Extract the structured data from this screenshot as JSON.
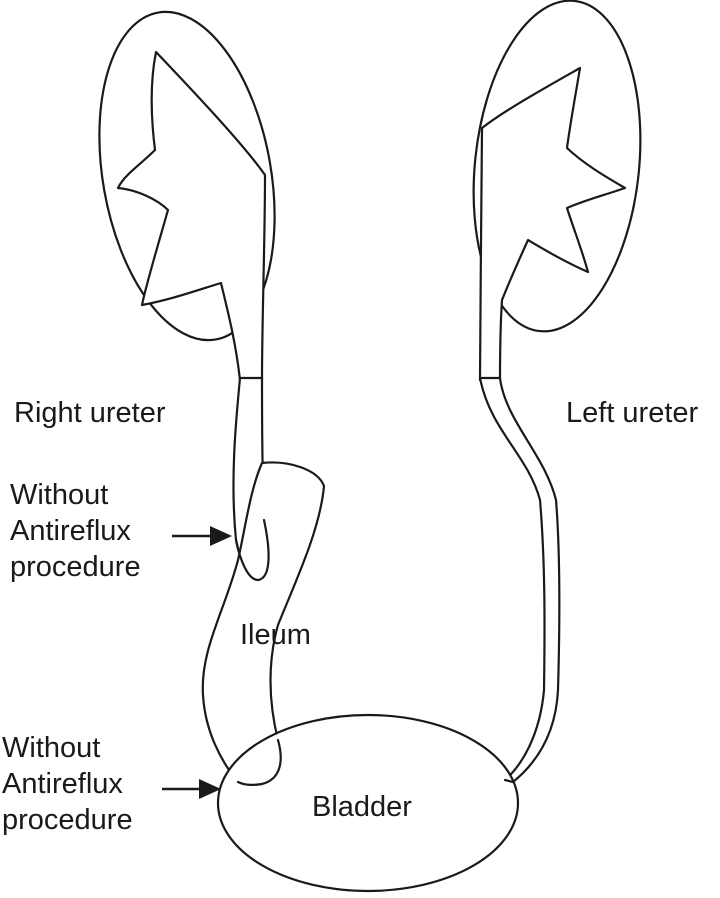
{
  "diagram": {
    "labels": {
      "right_ureter": "Right ureter",
      "left_ureter": "Left ureter",
      "ileum": "Ileum",
      "bladder": "Bladder",
      "annotation_upper": [
        "Without",
        "Antireflux",
        "procedure"
      ],
      "annotation_lower": [
        "Without",
        "Antireflux",
        "procedure"
      ]
    },
    "colors": {
      "stroke": "#1a1a1a",
      "background": "#ffffff"
    }
  }
}
